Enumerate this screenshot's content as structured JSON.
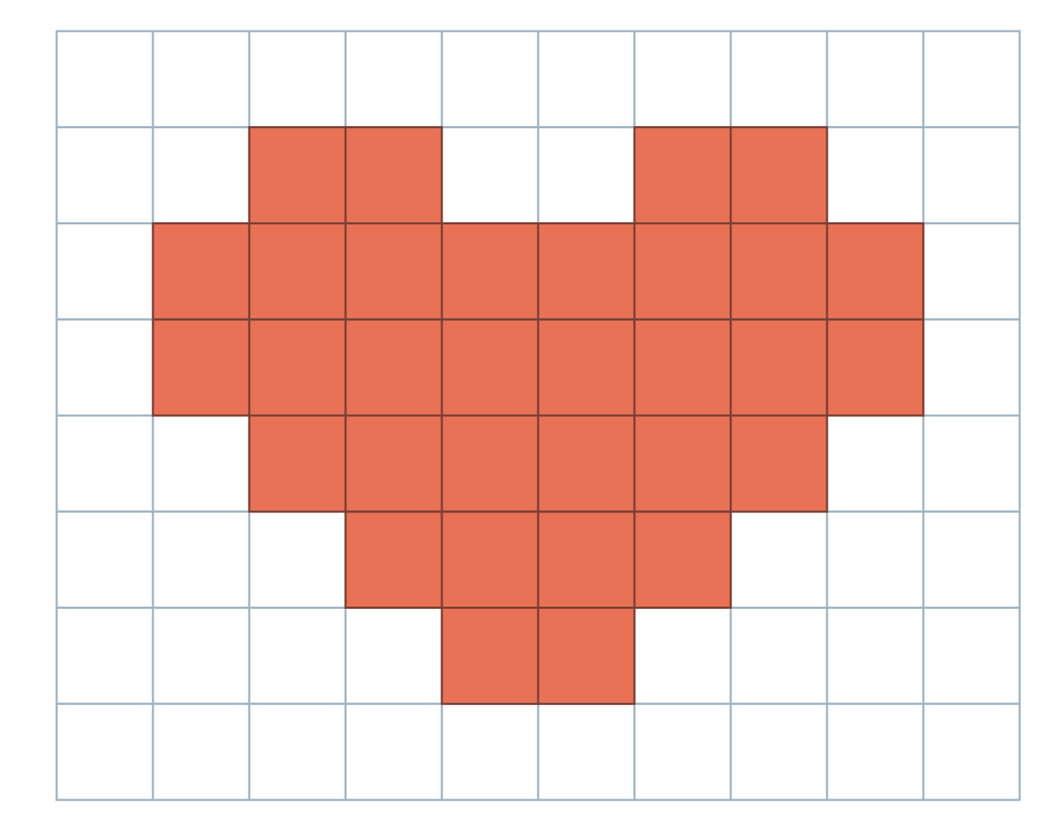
{
  "grid": {
    "columns": 10,
    "rows": 8,
    "filled_cells": [
      [
        0,
        0,
        0,
        0,
        0,
        0,
        0,
        0,
        0,
        0
      ],
      [
        0,
        0,
        1,
        1,
        0,
        0,
        1,
        1,
        0,
        0
      ],
      [
        0,
        1,
        1,
        1,
        1,
        1,
        1,
        1,
        1,
        0
      ],
      [
        0,
        1,
        1,
        1,
        1,
        1,
        1,
        1,
        1,
        0
      ],
      [
        0,
        0,
        1,
        1,
        1,
        1,
        1,
        1,
        0,
        0
      ],
      [
        0,
        0,
        0,
        1,
        1,
        1,
        1,
        0,
        0,
        0
      ],
      [
        0,
        0,
        0,
        0,
        1,
        1,
        0,
        0,
        0,
        0
      ],
      [
        0,
        0,
        0,
        0,
        0,
        0,
        0,
        0,
        0,
        0
      ]
    ]
  },
  "colors": {
    "background": "#ffffff",
    "empty_cell": "#ffffff",
    "grid_line": "#9fb4c4",
    "fill": "#e97156",
    "fill_border": "#7a3f33"
  },
  "shape": "heart"
}
